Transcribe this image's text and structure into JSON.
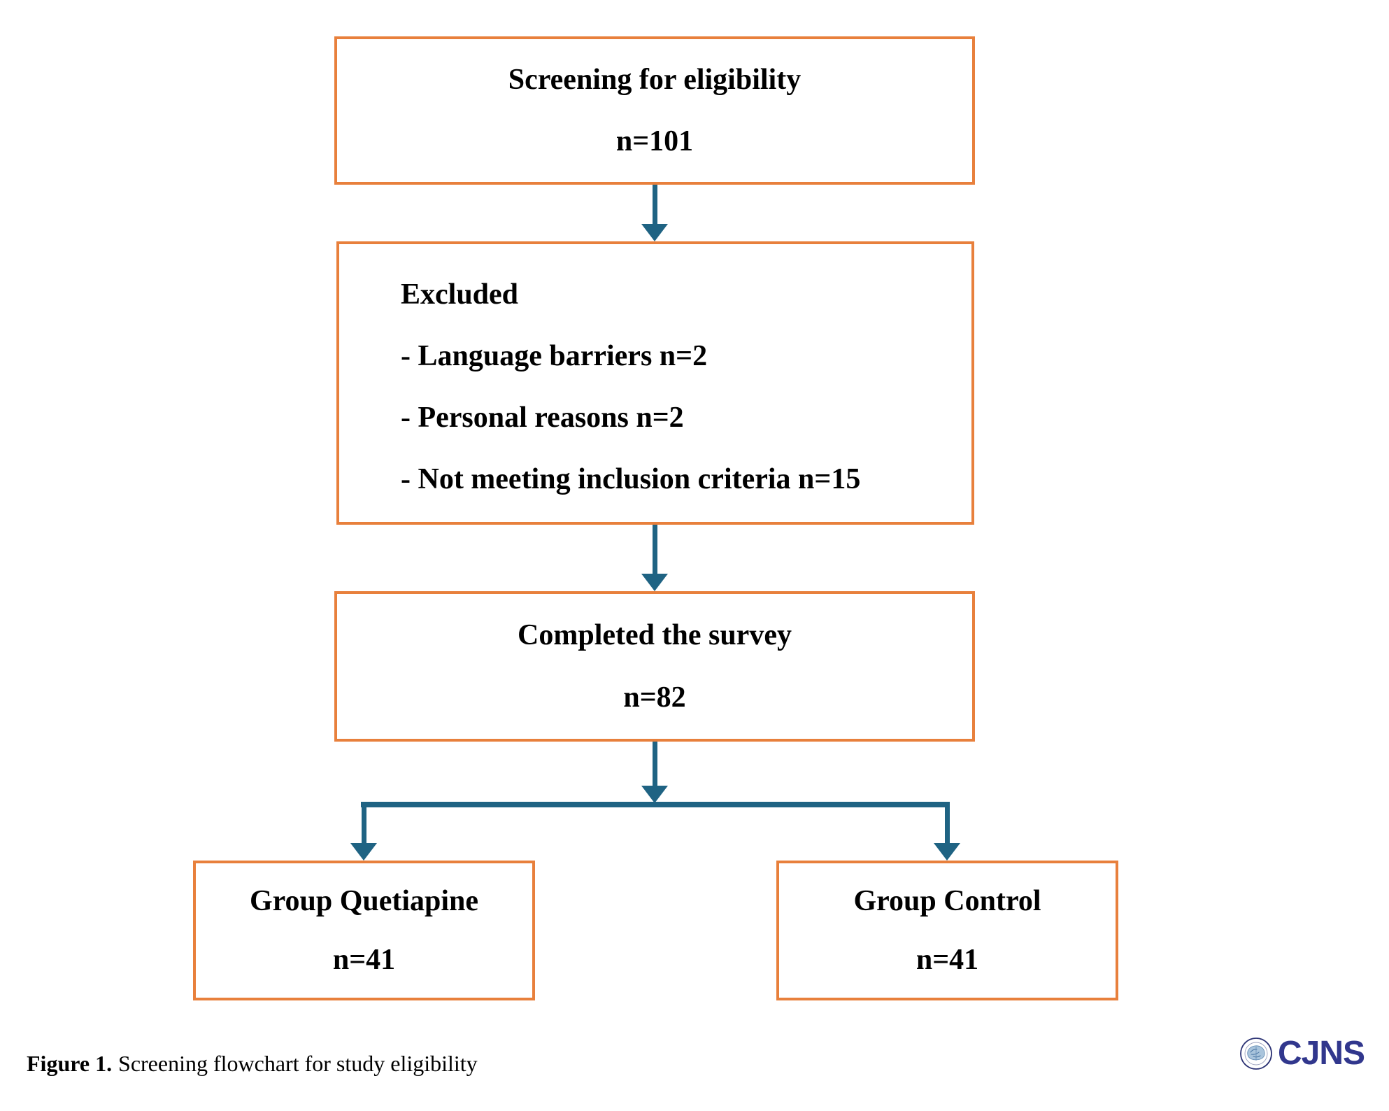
{
  "flowchart": {
    "screening_box": {
      "title": "Screening for eligibility",
      "n": "n=101"
    },
    "excluded_box": {
      "title": "Excluded",
      "items": [
        "- Language barriers n=2",
        "- Personal reasons n=2",
        "- Not meeting inclusion criteria n=15"
      ]
    },
    "completed_box": {
      "title": "Completed the survey",
      "n": "n=82"
    },
    "quetiapine_box": {
      "title": "Group Quetiapine",
      "n": "n=41"
    },
    "control_box": {
      "title": "Group Control",
      "n": "n=41"
    }
  },
  "caption": {
    "label": "Figure 1.",
    "text": "Screening flowchart for study eligibility"
  },
  "logo": {
    "name": "CJNS",
    "emblem_icon": "cjns-brain-seal-emblem"
  },
  "colors": {
    "box_border": "#E8803C",
    "arrow": "#1F6383",
    "text": "#000000",
    "logo": "#31378D"
  }
}
